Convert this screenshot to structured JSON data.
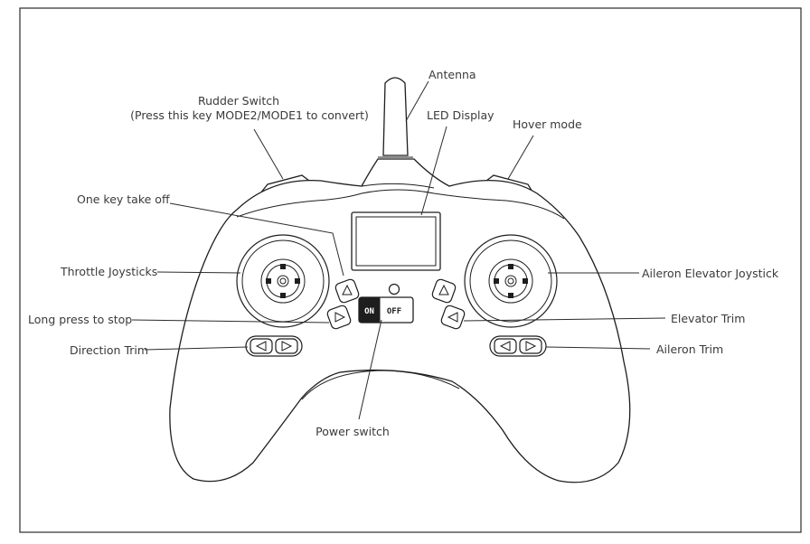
{
  "labels": {
    "antenna": "Antenna",
    "rudder_switch_line1": "Rudder Switch",
    "rudder_switch_line2": "(Press this key MODE2/MODE1 to convert)",
    "led_display": "LED Display",
    "hover_mode": "Hover mode",
    "one_key_take_off": "One key take off",
    "throttle_joysticks": "Throttle Joysticks",
    "aileron_elevator_joystick": "Aileron Elevator Joystick",
    "long_press_to_stop": "Long press to stop",
    "elevator_trim": "Elevator Trim",
    "direction_trim": "Direction Trim",
    "aileron_trim": "Aileron Trim",
    "power_switch": "Power switch"
  },
  "switch": {
    "on": "ON",
    "off": "OFF"
  }
}
